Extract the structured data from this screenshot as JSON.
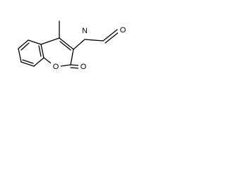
{
  "structure": {
    "atoms": {
      "amide_nitrogen": "N",
      "ring_oxygen": "O",
      "lactone_carbonyl_oxygen": "O",
      "formyl_oxygen": "O"
    }
  },
  "colors": {
    "bond": "#000000",
    "background": "#ffffff"
  }
}
